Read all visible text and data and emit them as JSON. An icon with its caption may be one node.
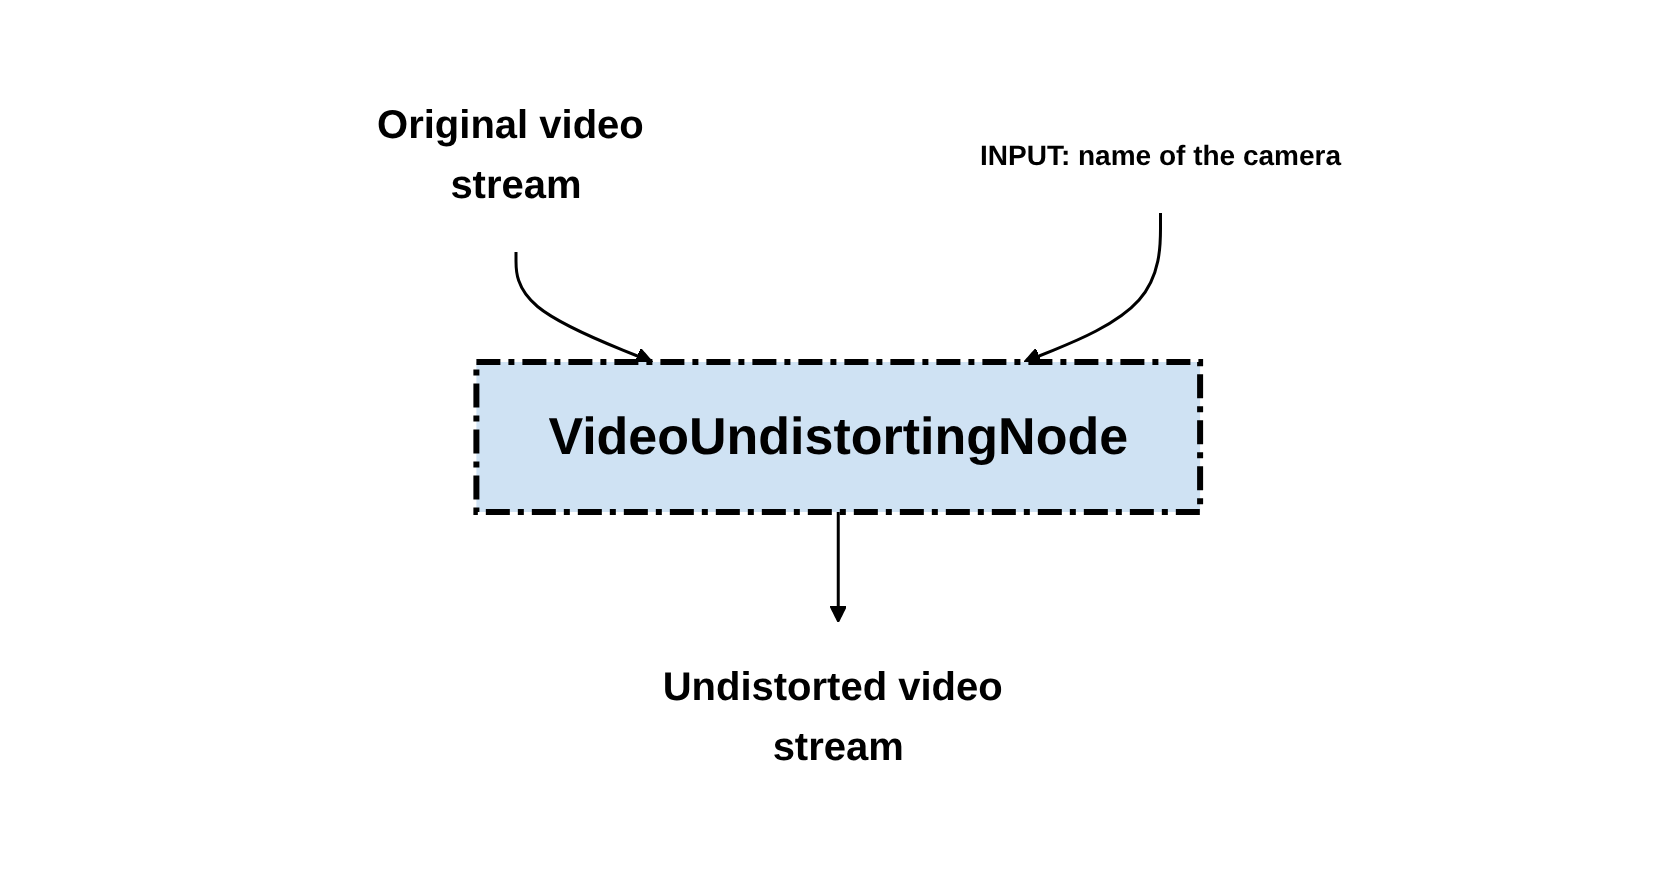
{
  "diagram": {
    "nodes": [
      {
        "text": [
          "Original video stream"
        ]
      },
      {
        "text": [
          "VideoUndistortingNode"
        ]
      },
      {
        "text": [
          "Undistorted video stream"
        ]
      },
      {
        "text": [
          "INPUT: name of the camera"
        ]
      }
    ],
    "edges": [
      {
        "from": 0,
        "to": 1,
        "arrow": "to"
      },
      {
        "from": 1,
        "to": 2,
        "arrow": "to"
      },
      {
        "from": 3,
        "to": 1,
        "arrow": "to"
      }
    ]
  }
}
